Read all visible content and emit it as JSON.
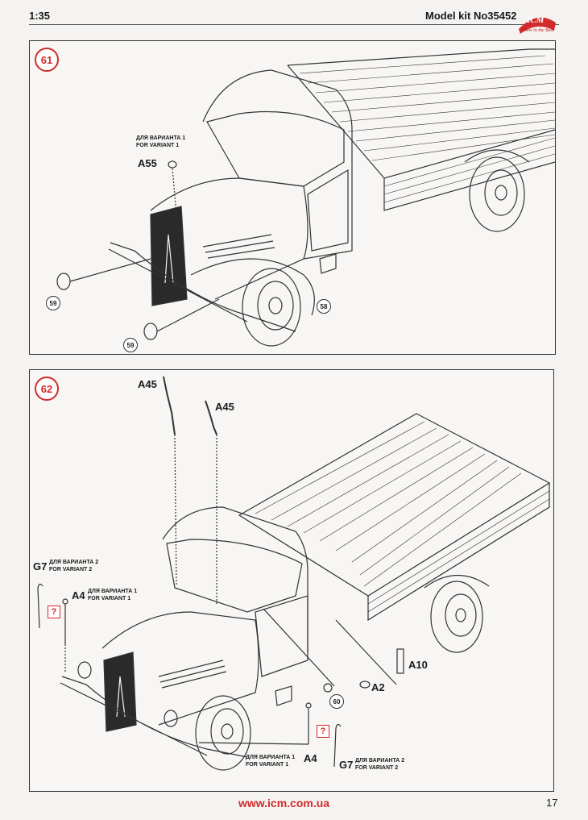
{
  "header": {
    "scale": "1:35",
    "model_kit": "Model kit No35452",
    "logo_text": "ICM",
    "logo_tagline": "New in the Best"
  },
  "step61": {
    "number": "61",
    "variant_note_ru": "ДЛЯ ВАРИАНТА 1",
    "variant_note_en": "FOR VARIANT 1",
    "part_a55": "A55",
    "part_59_a": "59",
    "part_59_b": "59",
    "part_58": "58"
  },
  "step62": {
    "number": "62",
    "a45_left": "A45",
    "a45_right": "A45",
    "g7_left": "G7",
    "g7_left_note_ru": "ДЛЯ ВАРИАНТА 2",
    "g7_left_note_en": "FOR VARIANT 2",
    "a4_left": "A4",
    "a4_left_note_ru": "ДЛЯ ВАРИАНТА 1",
    "a4_left_note_en": "FOR VARIANT 1",
    "q_mark": "?",
    "a10": "A10",
    "a2": "A2",
    "part_60": "60",
    "a4_bottom_note_ru": "ДЛЯ ВАРИАНТА 1",
    "a4_bottom_note_en": "FOR VARIANT 1",
    "a4_bottom": "A4",
    "g7_bottom": "G7",
    "g7_bottom_note_ru": "ДЛЯ ВАРИАНТА 2",
    "g7_bottom_note_en": "FOR VARIANT 2"
  },
  "footer": {
    "url": "www.icm.com.ua",
    "page_number": "17"
  },
  "colors": {
    "accent_red": "#d12a2a",
    "line": "#333333",
    "paper": "#f7f6f4"
  }
}
